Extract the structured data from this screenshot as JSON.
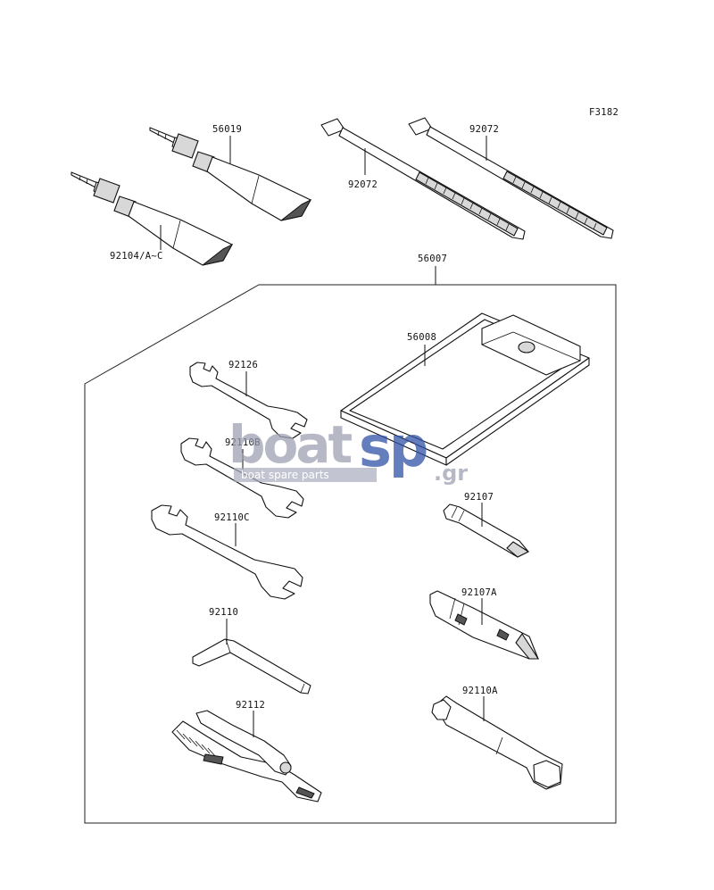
{
  "figure_code": "F3182",
  "parts": {
    "sealant_tube_a": "56019",
    "sealant_tube_b": "92104/A~C",
    "cable_tie_left": "92072",
    "cable_tie_right": "92072",
    "tool_kit": "56007",
    "tool_bag": "56008",
    "wrench_small": "92126",
    "wrench_medium": "92110B",
    "wrench_large": "92110C",
    "screwdriver_handle": "92107",
    "screwdriver_bits": "92107A",
    "hex_key": "92110",
    "pliers": "92112",
    "plug_wrench": "92110A"
  },
  "watermark": {
    "logo_left": "boat",
    "logo_right": "sp",
    "tld": ".gr",
    "tagline": "boat spare parts",
    "color_grey": "#9b9fb0",
    "color_blue": "#2f52a8"
  }
}
